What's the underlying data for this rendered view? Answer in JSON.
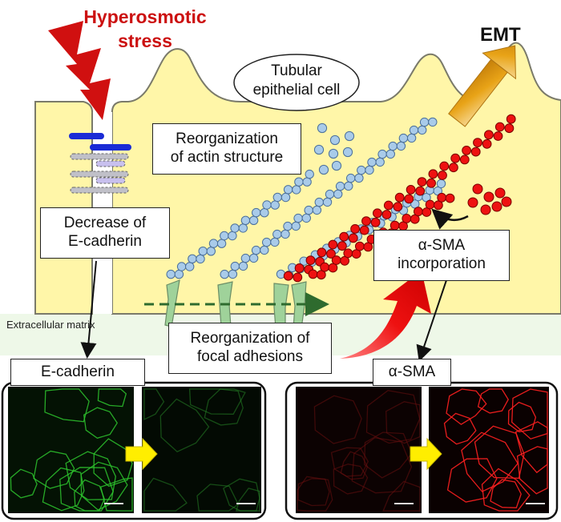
{
  "labels": {
    "stress": [
      "Hyperosmotic",
      "stress"
    ],
    "emt": "EMT",
    "cell": [
      "Tubular",
      "epithelial cell"
    ],
    "actin": [
      "Reorganization",
      "of actin structure"
    ],
    "ecad_decrease": [
      "Decrease of",
      "E-cadherin"
    ],
    "asma_incorp": [
      "α-SMA",
      "incorporation"
    ],
    "ecm": "Extracellular matrix",
    "focal": [
      "Reorganization of",
      "focal adhesions"
    ],
    "panel_ecad": "E-cadherin",
    "panel_asma": "α-SMA"
  },
  "colors": {
    "cell_fill": "#fff6a8",
    "cell_stroke": "#7a7a6a",
    "actin_blue": "#a9cbe9",
    "asma_red": "#ee1111",
    "stress_red": "#d01010",
    "emt_arrow": "#e8a317",
    "focal_green": "#9fd29a",
    "ecad_green": "#33dd22",
    "ecm_green": "#e9f7e1"
  }
}
